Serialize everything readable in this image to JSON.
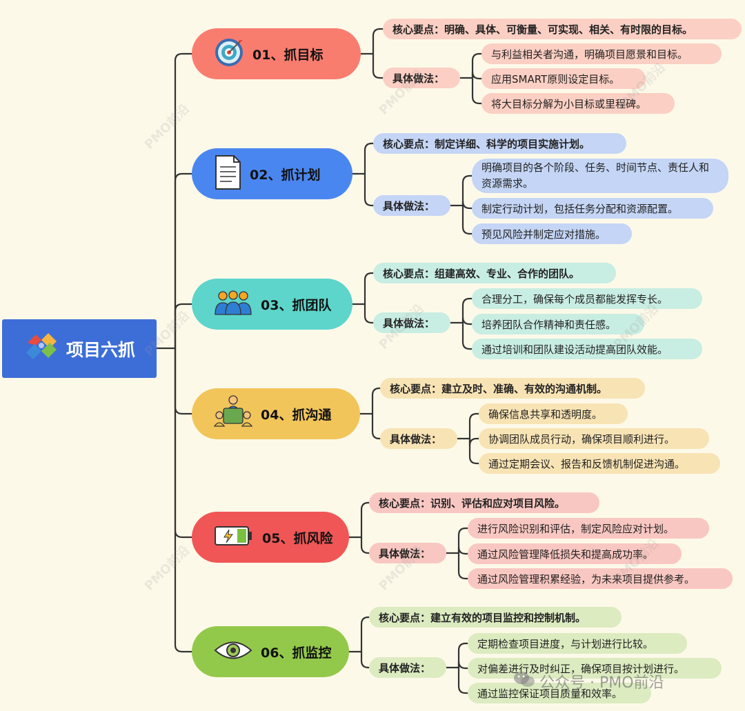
{
  "root": {
    "title": "项目六抓",
    "icon": "puzzle-icon"
  },
  "branches": [
    {
      "id": "01",
      "label": "01、抓目标",
      "icon": "target-icon",
      "color": "#f97d6f",
      "tag_color": "#fbcfc3",
      "core_label": "核心要点：",
      "core": "明确、具体、可衡量、可实现、相关、有时限的目标。",
      "method_label": "具体做法：",
      "methods": [
        "与利益相关者沟通，明确项目愿景和目标。",
        "应用SMART原则设定目标。",
        "将大目标分解为小目标或里程碑。"
      ]
    },
    {
      "id": "02",
      "label": "02、抓计划",
      "icon": "document-icon",
      "color": "#4a86f0",
      "tag_color": "#c4d5f5",
      "core_label": "核心要点：",
      "core": "制定详细、科学的项目实施计划。",
      "method_label": "具体做法：",
      "methods": [
        "明确项目的各个阶段、任务、时间节点、责任人和资源需求。",
        "制定行动计划，包括任务分配和资源配置。",
        "预见风险并制定应对措施。"
      ]
    },
    {
      "id": "03",
      "label": "03、抓团队",
      "icon": "team-icon",
      "color": "#5dd5cb",
      "tag_color": "#c8ede2",
      "core_label": "核心要点：",
      "core": "组建高效、专业、合作的团队。",
      "method_label": "具体做法：",
      "methods": [
        "合理分工，确保每个成员都能发挥专长。",
        "培养团队合作精神和责任感。",
        "通过培训和团队建设活动提高团队效能。"
      ]
    },
    {
      "id": "04",
      "label": "04、抓沟通",
      "icon": "meeting-icon",
      "color": "#f2c55b",
      "tag_color": "#f8e3b4",
      "core_label": "核心要点：",
      "core": "建立及时、准确、有效的沟通机制。",
      "method_label": "具体做法：",
      "methods": [
        "确保信息共享和透明度。",
        "协调团队成员行动，确保项目顺利进行。",
        "通过定期会议、报告和反馈机制促进沟通。"
      ]
    },
    {
      "id": "05",
      "label": "05、抓风险",
      "icon": "battery-icon",
      "color": "#f05656",
      "tag_color": "#f9c7c1",
      "core_label": "核心要点：",
      "core": "识别、评估和应对项目风险。",
      "method_label": "具体做法：",
      "methods": [
        "进行风险识别和评估，制定风险应对计划。",
        "通过风险管理降低损失和提高成功率。",
        "通过风险管理积累经验，为未来项目提供参考。"
      ]
    },
    {
      "id": "06",
      "label": "06、抓监控",
      "icon": "eye-icon",
      "color": "#93c94a",
      "tag_color": "#dcebc0",
      "core_label": "核心要点：",
      "core": "建立有效的项目监控和控制机制。",
      "method_label": "具体做法：",
      "methods": [
        "定期检查项目进度，与计划进行比较。",
        "对偏差进行及时纠正，确保项目按计划进行。",
        "通过监控保证项目质量和效率。"
      ]
    }
  ],
  "watermark": "PMO前沿",
  "footer": {
    "icon": "wechat-icon",
    "text": "公众号 · PMO前沿"
  }
}
